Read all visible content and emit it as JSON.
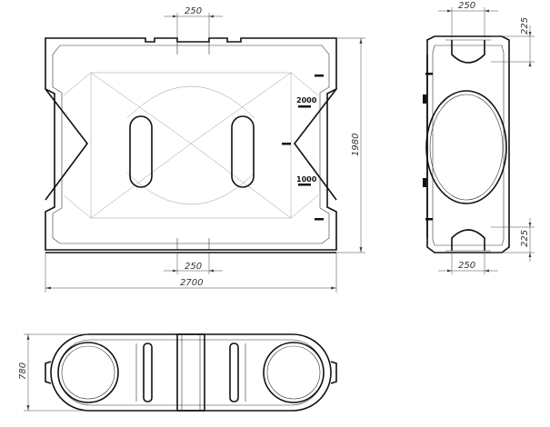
{
  "front_view": {
    "top_neck_dim": "250",
    "bottom_neck_dim": "250",
    "width_dim": "2700",
    "height_dim": "1980",
    "level_upper": "2000",
    "level_lower": "1000"
  },
  "side_view": {
    "top_neck_dim": "250",
    "top_height_dim": "225",
    "bottom_height_dim": "225",
    "bottom_neck_dim": "250"
  },
  "plan_view": {
    "depth_dim": "780"
  }
}
